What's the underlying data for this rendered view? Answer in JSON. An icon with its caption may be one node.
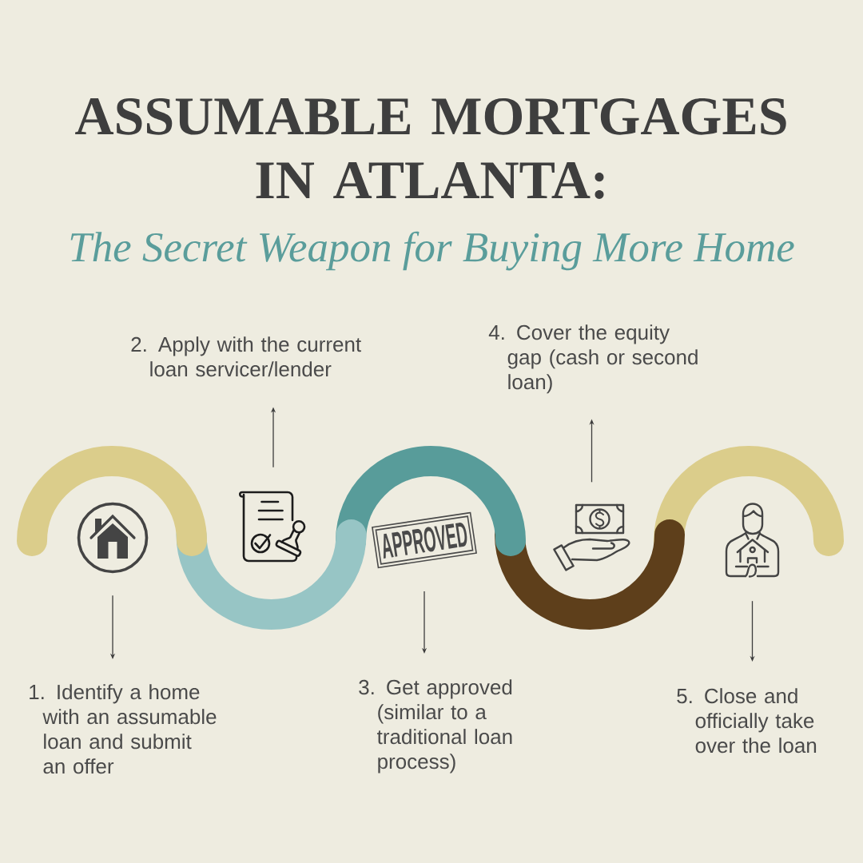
{
  "diagram": {
    "title": "ASSUMABLE MORTGAGES IN ATLANTA:",
    "nodes": [
      {
        "text": [
          "1. Identify a home with an assumable loan and submit an offer"
        ]
      },
      {
        "text": [
          "2. Apply with the current loan servicer/lender"
        ]
      },
      {
        "text": [
          "3. Get approved (similar to a traditional loan process)"
        ]
      },
      {
        "text": [
          "4. Cover the equity gap (cash or second loan)"
        ]
      },
      {
        "text": [
          "5. Close and officially take over the loan"
        ]
      },
      {
        "text": [],
        "shape": "picture"
      },
      {
        "text": [],
        "shape": "picture"
      },
      {
        "text": [
          "APPROVED"
        ]
      },
      {
        "text": [],
        "shape": "picture"
      },
      {
        "text": [],
        "shape": "picture"
      }
    ],
    "edges": [
      {
        "from": 5,
        "to": 0,
        "arrow": "to"
      },
      {
        "from": 6,
        "to": 1,
        "arrow": "to"
      },
      {
        "from": 7,
        "to": 2,
        "arrow": "to"
      },
      {
        "from": 8,
        "to": 3,
        "arrow": "to"
      },
      {
        "from": 9,
        "to": 4,
        "arrow": "to"
      }
    ],
    "labels": [
      "The Secret Weapon for Buying More Home"
    ]
  }
}
